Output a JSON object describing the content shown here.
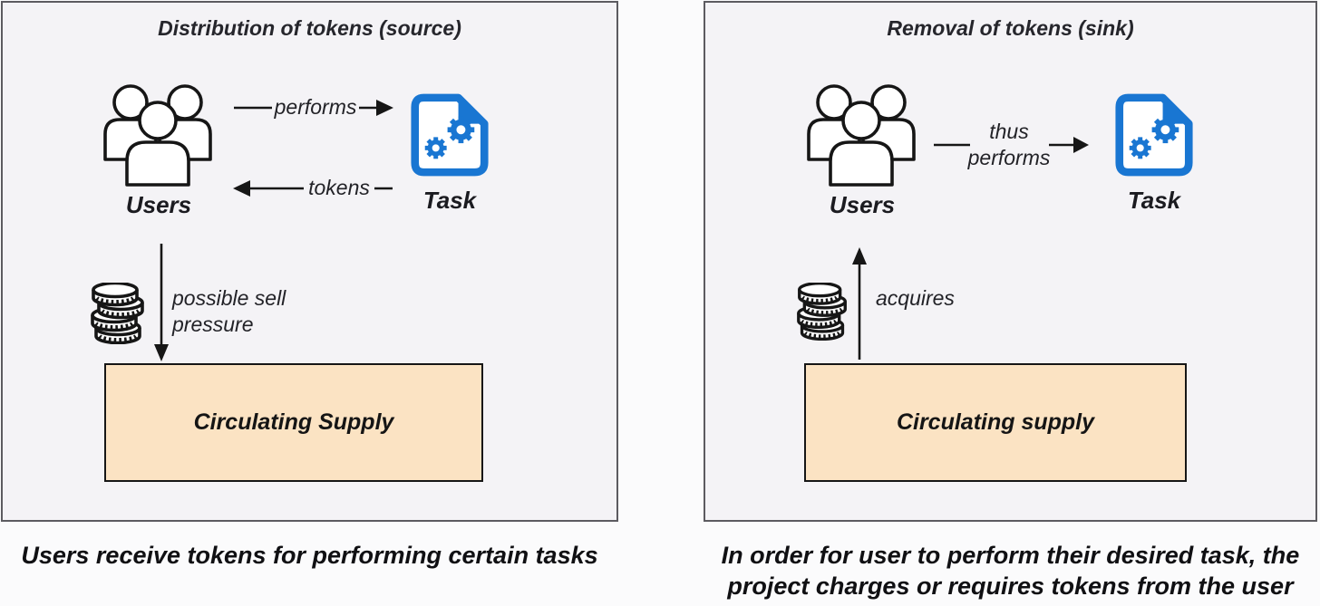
{
  "colors": {
    "page_bg": "#fbfbfc",
    "panel_bg": "#f4f3f6",
    "panel_border": "#5c5b60",
    "supply_fill": "#fbe3c3",
    "supply_border": "#161616",
    "task_blue": "#1976d2",
    "line_color": "#161616",
    "text_color": "#1b1b20"
  },
  "icons": {
    "users": "users-group-icon",
    "task": "task-document-gears-icon",
    "coins": "coin-stack-icon"
  },
  "left_panel": {
    "title": "Distribution of tokens (source)",
    "users_label": "Users",
    "task_label": "Task",
    "top_arrow_label": "performs",
    "return_arrow_label": "tokens",
    "down_arrow_label_line1": "possible sell",
    "down_arrow_label_line2": "pressure",
    "supply_box_label": "Circulating Supply",
    "caption": "Users receive tokens for performing certain tasks"
  },
  "right_panel": {
    "title": "Removal of tokens (sink)",
    "users_label": "Users",
    "task_label": "Task",
    "arrow_label_line1": "thus",
    "arrow_label_line2": "performs",
    "up_arrow_label": "acquires",
    "supply_box_label": "Circulating supply",
    "caption_line1": "In order for user to perform their desired task, the",
    "caption_line2": "project charges or requires tokens from the user"
  }
}
